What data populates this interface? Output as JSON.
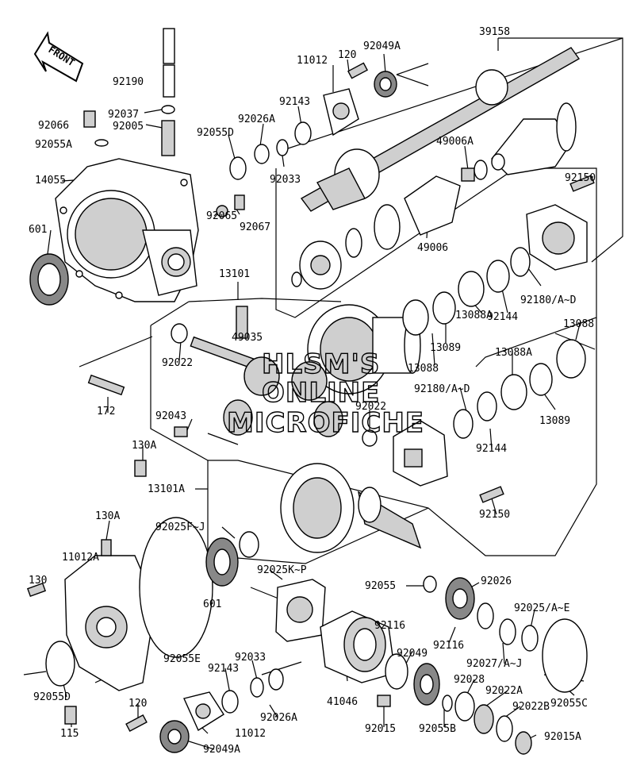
{
  "front_label": "FRONT",
  "watermark": [
    "HLSM'S",
    "ONLINE",
    "MICROFICHE"
  ],
  "part_labels": [
    "39158",
    "120",
    "92049A",
    "11012",
    "92190",
    "92143",
    "92037",
    "92026A",
    "92066",
    "92005",
    "92055D",
    "92055A",
    "92033",
    "49006A",
    "14055",
    "92150",
    "92065",
    "92067",
    "601",
    "49006",
    "13101",
    "92180/A~D",
    "49035",
    "92144",
    "13088A",
    "13088",
    "92022",
    "13089",
    "13088",
    "13088A",
    "172",
    "92180/A~D",
    "92022",
    "92043",
    "13089",
    "130A",
    "92144",
    "13101A",
    "92150",
    "130A",
    "92025F~J",
    "11012A",
    "92025K~P",
    "601",
    "130",
    "92055",
    "92026",
    "92025/A~E",
    "92116",
    "92116",
    "92049",
    "92055E",
    "92033",
    "92143",
    "92027/A~J",
    "92055D",
    "92028",
    "92055C",
    "92022A",
    "120",
    "92026A",
    "41046",
    "92015",
    "92055B",
    "92022B",
    "115",
    "11012",
    "92049A",
    "92015A"
  ]
}
